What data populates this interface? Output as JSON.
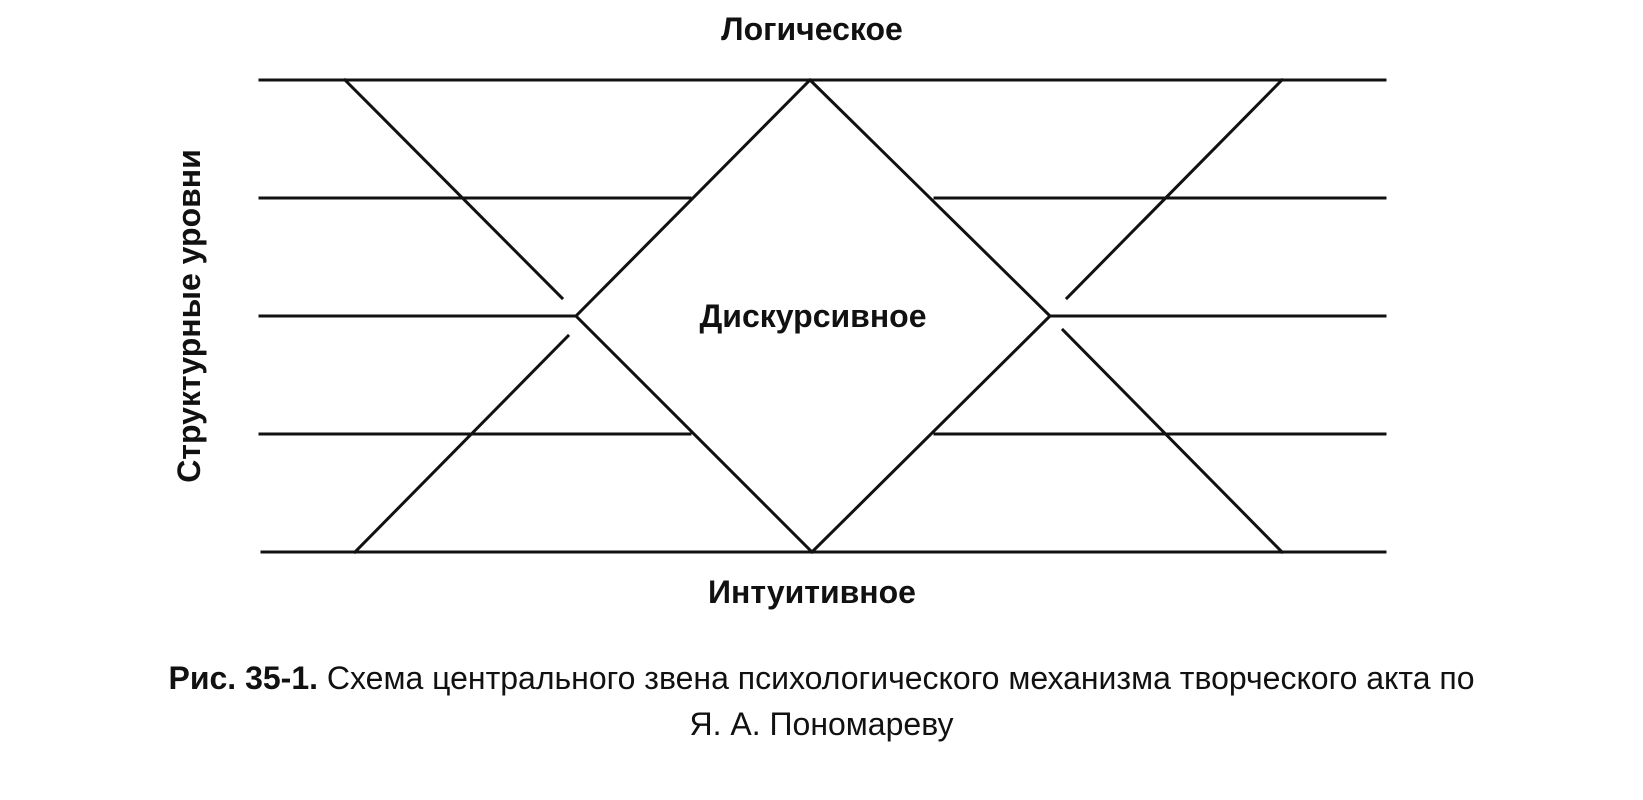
{
  "diagram": {
    "top_label": "Логическое",
    "center_label": "Дискурсивное",
    "bottom_label": "Интуитивное",
    "side_label": "Структурные уровни",
    "line_color": "#111111"
  },
  "caption": {
    "label": "Рис. 35-1.",
    "text_line1": "Схема центрального звена психологического механизма творческого акта по",
    "text_line2": "Я. А. Пономареву"
  }
}
